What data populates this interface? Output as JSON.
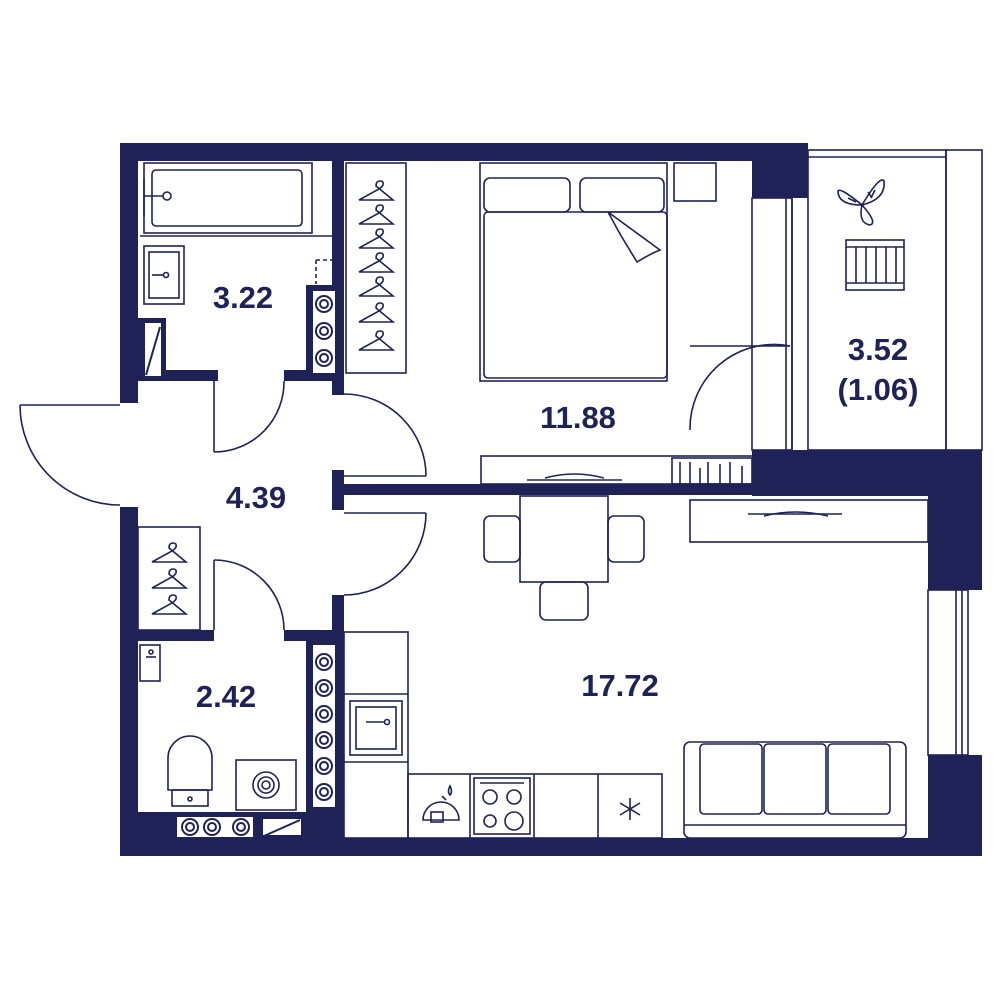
{
  "colors": {
    "wall": "#1e2256",
    "line": "#1e2256",
    "background": "#ffffff"
  },
  "rooms": {
    "bathroom": {
      "area": "3.22"
    },
    "bedroom": {
      "area": "11.88"
    },
    "balcony": {
      "area_line1": "3.52",
      "area_line2": "(1.06)"
    },
    "hallway": {
      "area": "4.39"
    },
    "toilet": {
      "area": "2.42"
    },
    "living_kitchen": {
      "area": "17.72"
    }
  },
  "icons": [
    "bathtub-icon",
    "sink-icon",
    "hanger-icon",
    "bed-icon",
    "plant-icon",
    "deck-chair-icon",
    "dining-table-icon",
    "stove-icon",
    "faucet-icon",
    "fridge-icon",
    "sofa-icon",
    "toilet-icon",
    "washing-machine-icon"
  ]
}
